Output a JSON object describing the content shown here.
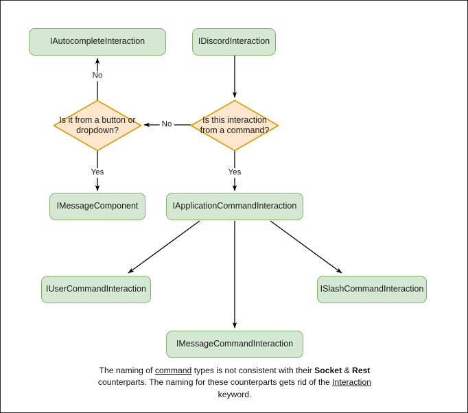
{
  "diagram": {
    "title": "Discord interaction type hierarchy flowchart",
    "colors": {
      "process_fill": "#d5e8d4",
      "process_stroke": "#82b366",
      "decision_fill": "#ffe6cc",
      "decision_stroke": "#d79b00",
      "edge_stroke": "#000000",
      "canvas_border": "#2b2b2b",
      "background": "#ffffff"
    },
    "nodes": [
      {
        "id": "autocomplete",
        "type": "process",
        "label": "IAutocompleteInteraction"
      },
      {
        "id": "discord",
        "type": "process",
        "label": "IDiscordInteraction"
      },
      {
        "id": "decision_button",
        "type": "decision",
        "label": "Is it from a button or dropdown?"
      },
      {
        "id": "decision_command",
        "type": "decision",
        "label": "Is this interaction from a command?"
      },
      {
        "id": "message_component",
        "type": "process",
        "label": "IMessageComponent"
      },
      {
        "id": "application_command",
        "type": "process",
        "label": "IApplicationCommandInteraction"
      },
      {
        "id": "user_command",
        "type": "process",
        "label": "IUserCommandInteraction"
      },
      {
        "id": "slash_command",
        "type": "process",
        "label": "ISlashCommandInteraction"
      },
      {
        "id": "message_command",
        "type": "process",
        "label": "IMessageCommandInteraction"
      }
    ],
    "edges": [
      {
        "from": "decision_button",
        "to": "autocomplete",
        "label": "No"
      },
      {
        "from": "decision_command",
        "to": "decision_button",
        "label": "No"
      },
      {
        "from": "discord",
        "to": "decision_command",
        "label": ""
      },
      {
        "from": "decision_button",
        "to": "message_component",
        "label": "Yes"
      },
      {
        "from": "decision_command",
        "to": "application_command",
        "label": "Yes"
      },
      {
        "from": "application_command",
        "to": "user_command",
        "label": ""
      },
      {
        "from": "application_command",
        "to": "message_command",
        "label": ""
      },
      {
        "from": "application_command",
        "to": "slash_command",
        "label": ""
      }
    ],
    "caption": {
      "line1_a": "The naming of ",
      "line1_underline": "command",
      "line1_b": " types is not consistent with their",
      "line2_bold_a": "Socket",
      "line2_amp": " & ",
      "line2_bold_b": "Rest",
      "line2_rest": " counterparts. The naming for these",
      "line3_a": "counterparts gets rid of the ",
      "line3_underline": "Interaction",
      "line3_b": " keyword."
    }
  }
}
